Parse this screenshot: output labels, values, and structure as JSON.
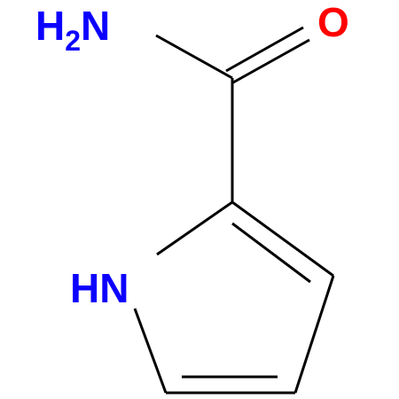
{
  "molecule": {
    "atoms": {
      "amine": {
        "main": "H",
        "subscript": "2",
        "tail": "N"
      },
      "carbonyl_oxygen": {
        "text": "O"
      },
      "ring_nitrogen": {
        "text": "HN"
      }
    },
    "colors": {
      "nitrogen": "#0c00ff",
      "oxygen": "#ff0000",
      "bond": "#000000",
      "background": "#ffffff"
    }
  }
}
